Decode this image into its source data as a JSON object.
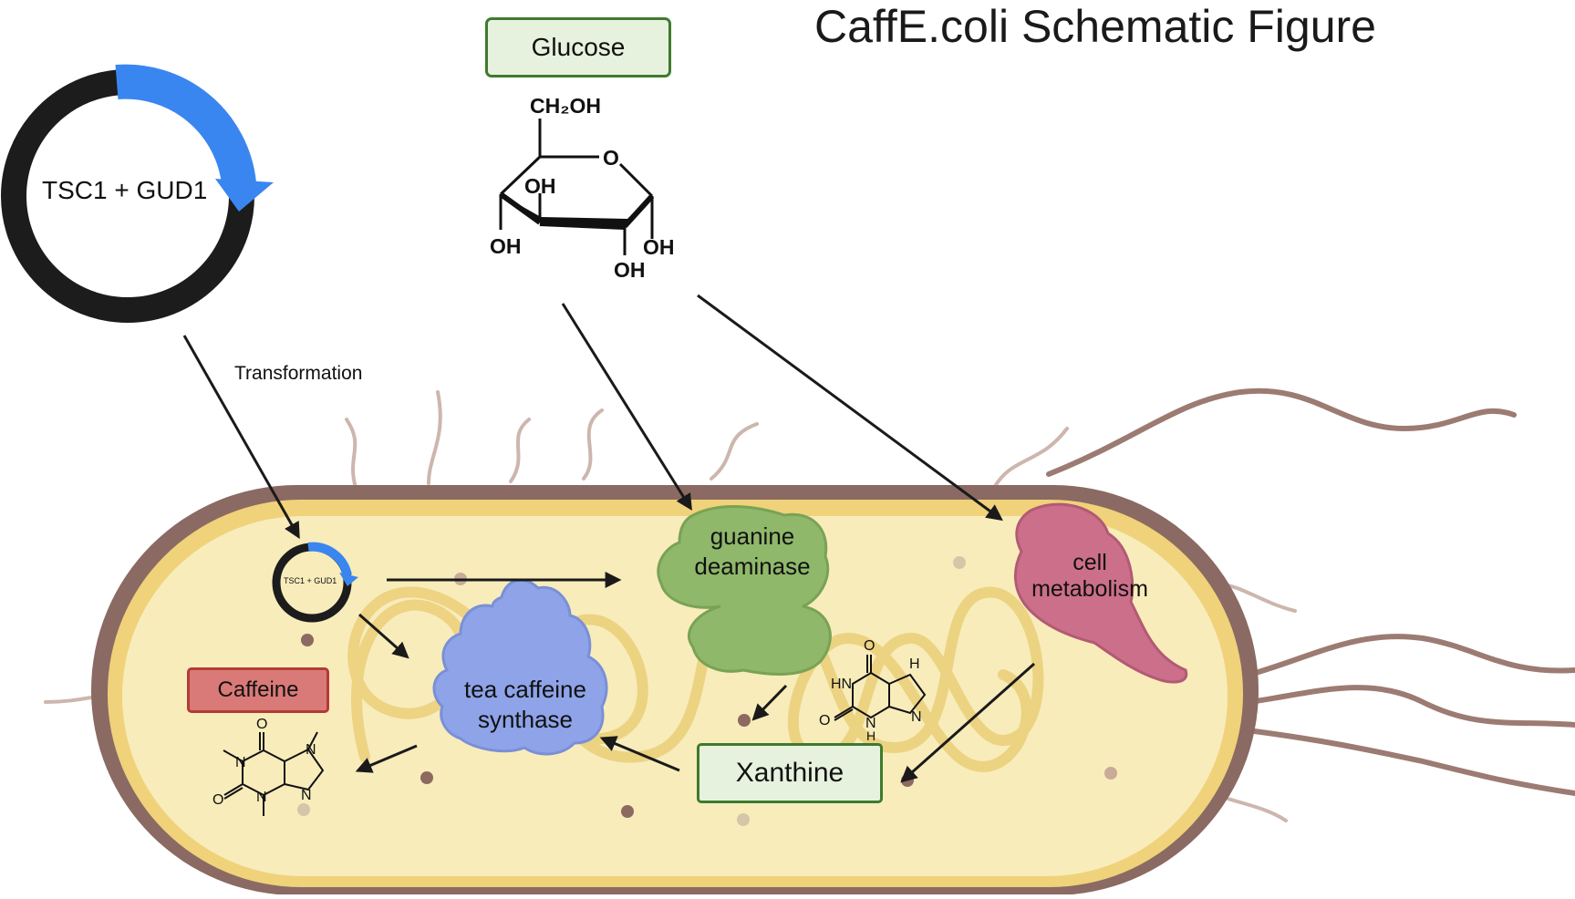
{
  "title": "CaffE.coli Schematic Figure",
  "plasmid": {
    "label": "TSC1 + GUD1",
    "small_label": "TSC1 + GUD1"
  },
  "transformation_label": "Transformation",
  "glucose": {
    "label": "Glucose",
    "atoms": {
      "ch2oh": "CH₂OH",
      "o": "O",
      "oh_top": "OH",
      "oh_left": "OH",
      "oh_right": "OH",
      "oh_bottom": "OH"
    }
  },
  "enzymes": {
    "guanine_deaminase": {
      "line1": "guanine",
      "line2": "deaminase"
    },
    "cell_metabolism": {
      "line1": "cell",
      "line2": "metabolism"
    },
    "tea_caffeine_synthase": {
      "line1": "tea caffeine",
      "line2": "synthase"
    }
  },
  "caffeine_label": "Caffeine",
  "xanthine_label": "Xanthine",
  "xanthine_atoms": {
    "o_top": "O",
    "hn": "HN",
    "nh_right": "H",
    "n_right": "N",
    "o_left": "O",
    "n_bottom": "N",
    "h_bottom": "H"
  },
  "caffeine_atoms": {
    "o_top": "O",
    "n_left": "N",
    "n_right": "N",
    "o_left": "O",
    "n_bottom": "N",
    "n_right2": "N"
  },
  "colors": {
    "cell_outer": "#8a6a62",
    "cell_inner": "#f7e8b0",
    "cell_wall": "#efd27a",
    "plasmid_ring": "#1c1c1c",
    "plasmid_gene": "#3a86f0",
    "glucose_box_fill": "#e6f2de",
    "glucose_box_border": "#3f7a2e",
    "xanthine_box_border": "#3f7a2e",
    "caffeine_box_fill": "#d97a78",
    "caffeine_box_border": "#b23b36",
    "guanine_deaminase": "#8fb86a",
    "cell_metabolism": "#cc6f8a",
    "tea_caffeine_synthase": "#8ea3e8"
  }
}
